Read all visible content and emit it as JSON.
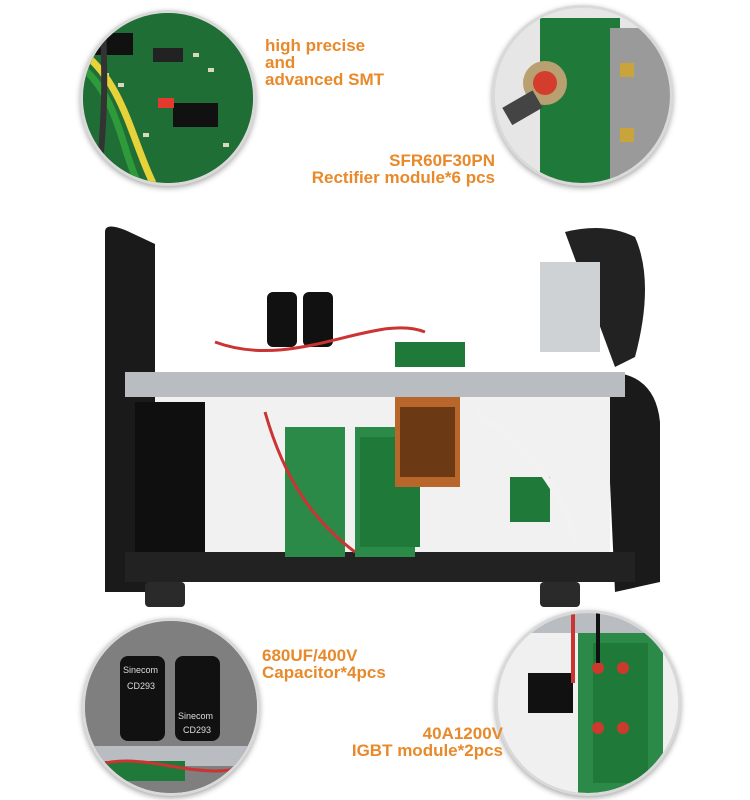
{
  "callouts": {
    "smt": {
      "lines": [
        "high precise",
        "and",
        "advanced SMT"
      ]
    },
    "rectifier": {
      "lines": [
        "SFR60F30PN",
        "Rectifier module*6 pcs"
      ]
    },
    "capacitor": {
      "lines": [
        "680UF/400V",
        "Capacitor*4pcs"
      ]
    },
    "igbt": {
      "lines": [
        "40A1200V",
        "IGBT module*2pcs"
      ]
    }
  },
  "component_markings": {
    "capacitor_brand": "Sinecom",
    "capacitor_model": "CD293"
  },
  "colors": {
    "label_orange": "#e8892a",
    "pcb_green": "#1e6b34",
    "casing_black": "#1a1a1a",
    "chassis_steel": "#b9bcc0",
    "copper": "#b8662a"
  },
  "icons": [
    "smt-closeup-photo",
    "rectifier-closeup-photo",
    "welder-internal-photo",
    "capacitor-closeup-photo",
    "igbt-closeup-photo"
  ]
}
